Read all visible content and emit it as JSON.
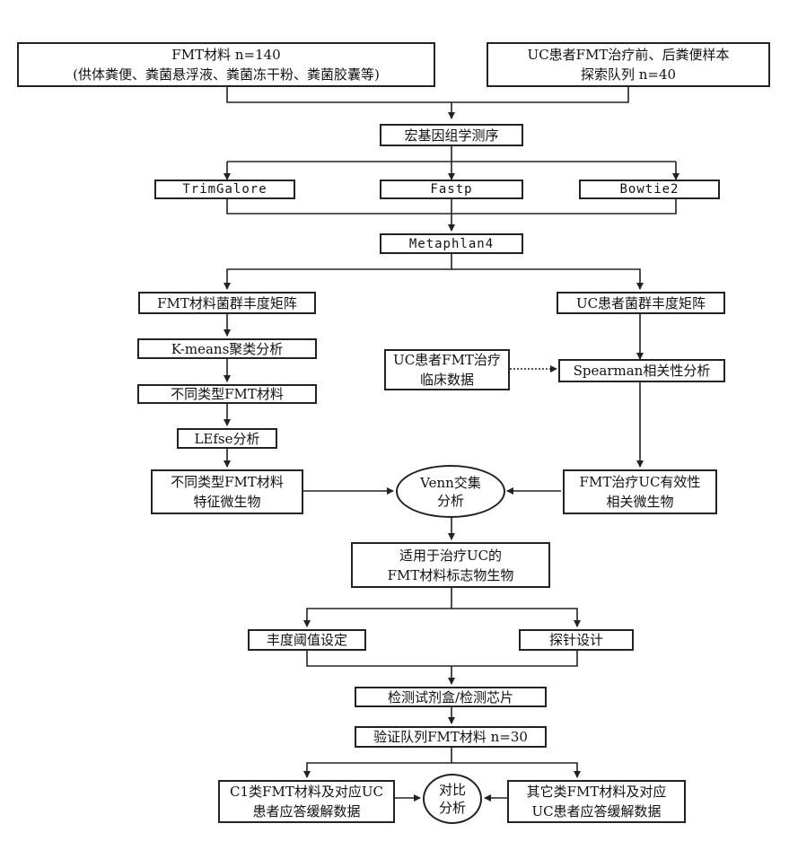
{
  "nodes": {
    "fmt_material": {
      "line1": "FMT材料 n=140",
      "line2": "(供体粪便、粪菌悬浮液、粪菌冻干粉、粪菌胶囊等)"
    },
    "uc_patient_samples": {
      "line1": "UC患者FMT治疗前、后粪便样本",
      "line2": "探索队列 n=40"
    },
    "metagenomic_seq": {
      "label": "宏基因组学测序"
    },
    "trimgalore": {
      "label": "TrimGalore"
    },
    "fastp": {
      "label": "Fastp"
    },
    "bowtie2": {
      "label": "Bowtie2"
    },
    "metaphlan4": {
      "label": "Metaphlan4"
    },
    "fmt_abundance": {
      "label": "FMT材料菌群丰度矩阵"
    },
    "uc_abundance": {
      "label": "UC患者菌群丰度矩阵"
    },
    "kmeans": {
      "label": "K-means聚类分析"
    },
    "clinical_data": {
      "line1": "UC患者FMT治疗",
      "line2": "临床数据"
    },
    "spearman": {
      "label": "Spearman相关性分析"
    },
    "fmt_types": {
      "label": "不同类型FMT材料"
    },
    "lefse": {
      "label": "LEfse分析"
    },
    "feature_microbes": {
      "line1": "不同类型FMT材料",
      "line2": "特征微生物"
    },
    "venn": {
      "line1": "Venn交集",
      "line2": "分析"
    },
    "efficacy_microbes": {
      "line1": "FMT治疗UC有效性",
      "line2": "相关微生物"
    },
    "marker_microbes": {
      "line1": "适用于治疗UC的",
      "line2": "FMT材料标志物生物"
    },
    "threshold": {
      "label": "丰度阈值设定"
    },
    "probe_design": {
      "label": "探针设计"
    },
    "kit_chip": {
      "label": "检测试剂盒/检测芯片"
    },
    "validation_cohort": {
      "label": "验证队列FMT材料 n=30"
    },
    "c1_data": {
      "line1": "C1类FMT材料及对应UC",
      "line2": "患者应答缓解数据"
    },
    "compare": {
      "line1": "对比",
      "line2": "分析"
    },
    "other_data": {
      "line1": "其它类FMT材料及对应",
      "line2": "UC患者应答缓解数据"
    }
  }
}
